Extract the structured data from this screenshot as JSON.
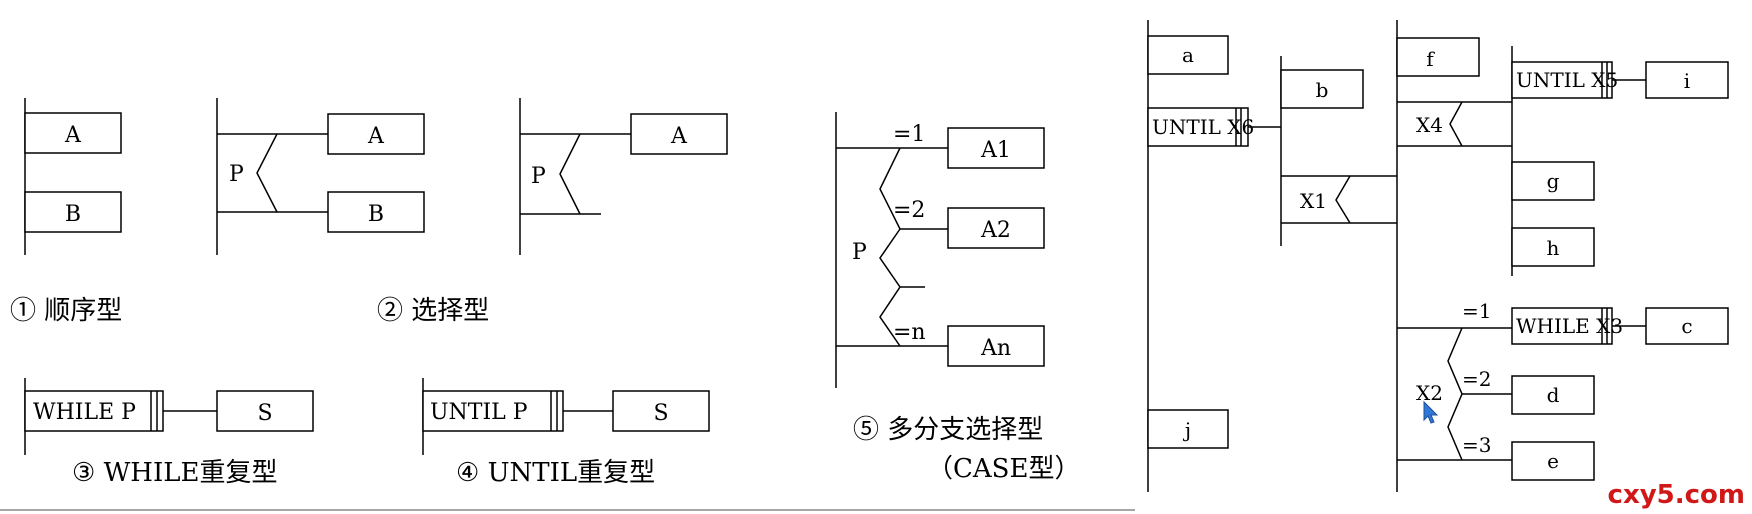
{
  "captions": {
    "sequence": "① 顺序型",
    "selection": "② 选择型",
    "while_loop": "③ WHILE重复型",
    "until_loop": "④ UNTIL重复型",
    "case_line1": "⑤ 多分支选择型",
    "case_line2": "（CASE型）"
  },
  "seq": {
    "box_a": "A",
    "box_b": "B"
  },
  "sel": {
    "cond": "P",
    "box_a": "A",
    "box_b": "B"
  },
  "sel_single": {
    "cond": "P",
    "box_a": "A"
  },
  "while_loop": {
    "head": "WHILE P",
    "body": "S"
  },
  "until_loop": {
    "head": "UNTIL P",
    "body": "S"
  },
  "case": {
    "cond": "P",
    "branches": [
      {
        "label": "=1",
        "box": "A1"
      },
      {
        "label": "=2",
        "box": "A2"
      },
      {
        "label": "=n",
        "box": "An"
      }
    ]
  },
  "example": {
    "a": "a",
    "b": "b",
    "j": "j",
    "f": "f",
    "i": "i",
    "g": "g",
    "h": "h",
    "c": "c",
    "d": "d",
    "e": "e",
    "until_x6": "UNTIL X6",
    "until_x5": "UNTIL X5",
    "while_x3": "WHILE X3",
    "x1": "X1",
    "x4": "X4",
    "x2": "X2",
    "eq1": "=1",
    "eq2": "=2",
    "eq3": "=3"
  },
  "watermark": "cxy5.com"
}
